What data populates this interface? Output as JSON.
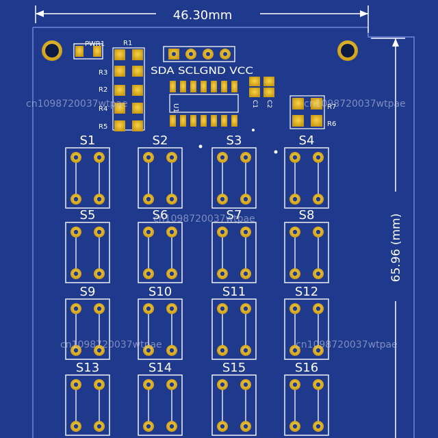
{
  "dimensions": {
    "width_label": "46.30mm",
    "height_label": "65.96 (mm)"
  },
  "components": {
    "power_led": "PWR1",
    "resistors": [
      "R1",
      "R3",
      "R2",
      "R4",
      "R5"
    ],
    "resistors_right": [
      "R7",
      "R6"
    ],
    "header_label": "SDA SCLGND VCC",
    "ic_label": "U1",
    "capacitors": [
      "C1",
      "C2"
    ]
  },
  "switches": [
    "S1",
    "S2",
    "S3",
    "S4",
    "S5",
    "S6",
    "S7",
    "S8",
    "S9",
    "S10",
    "S11",
    "S12",
    "S13",
    "S14",
    "S15",
    "S16"
  ],
  "watermark": "cn1098720037wtpae",
  "colors": {
    "board": "#1f3a8c",
    "pad": "#e8b923",
    "silkscreen": "#ffffff"
  }
}
